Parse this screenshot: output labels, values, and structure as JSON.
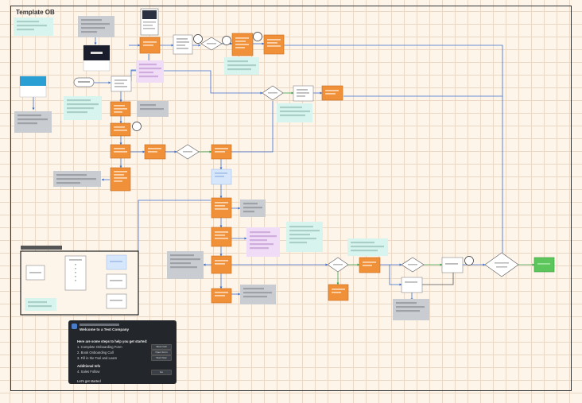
{
  "board": {
    "title": "Template OB"
  },
  "popup": {
    "title": "Welcome to a Test Company",
    "subtitle": "",
    "section_a": "Here are some steps to help you get started:",
    "steps": [
      "1. Complete Onboarding Form",
      "2. Book Onboarding Call",
      "3. Fill in the Tool and Learn"
    ],
    "section_b": "Additional Info",
    "extra_steps": [
      "4. Sales Follow"
    ],
    "pills": [
      "Book Call",
      "Open Form",
      "Start Now",
      "Go"
    ],
    "footer": "Let's get started"
  },
  "colors": {
    "background": "#fdf4ea",
    "task": "#f0913a",
    "task_border": "#c86a1a",
    "note_gray": "#c9ccd1",
    "note_teal": "#d7f5ee",
    "note_purple": "#f0dcf7",
    "note_blue": "#d6e6fb",
    "end": "#5cc65c",
    "connector": "#3a6fd1",
    "connector_green": "#3aa44a",
    "connector_gray": "#555555"
  }
}
